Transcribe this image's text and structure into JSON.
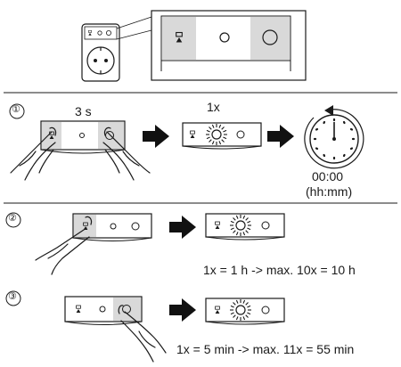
{
  "steps": [
    {
      "number": "①",
      "duration": "3 s",
      "press_count": "1x",
      "reset_time": "00:00",
      "reset_unit": "(hh:mm)"
    },
    {
      "number": "②",
      "rule": "1x = 1 h -> max. 10x = 10 h"
    },
    {
      "number": "③",
      "rule": "1x = 5 min -> max. 11x = 55 min"
    }
  ],
  "colors": {
    "panel": "#d9d9d9",
    "line": "#1a1a1a",
    "arrow": "#111111"
  },
  "icons": [
    "hourglass-icon",
    "button-circle-icon",
    "hand-icon",
    "arrow-right-icon",
    "clock-icon"
  ]
}
